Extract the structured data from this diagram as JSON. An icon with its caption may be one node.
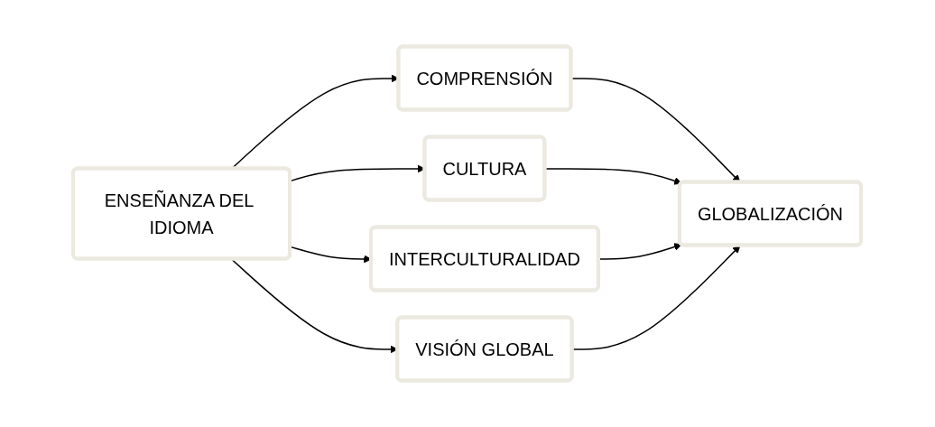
{
  "diagram": {
    "nodes": [
      {
        "text": [
          "ENSEÑANZA DEL IDIOMA"
        ]
      },
      {
        "text": [
          "COMPRENSIÓN"
        ]
      },
      {
        "text": [
          "CULTURA"
        ]
      },
      {
        "text": [
          "INTERCULTURALIDAD"
        ]
      },
      {
        "text": [
          "VISIÓN GLOBAL"
        ]
      },
      {
        "text": [
          "GLOBALIZACIÓN"
        ]
      }
    ],
    "edges": [
      {
        "from": 0,
        "to": 1,
        "arrow": "to"
      },
      {
        "from": 0,
        "to": 2,
        "arrow": "to"
      },
      {
        "from": 0,
        "to": 3,
        "arrow": "to"
      },
      {
        "from": 0,
        "to": 4,
        "arrow": "to"
      },
      {
        "from": 1,
        "to": 5,
        "arrow": "to"
      },
      {
        "from": 2,
        "to": 5,
        "arrow": "to"
      },
      {
        "from": 3,
        "to": 5,
        "arrow": "to"
      },
      {
        "from": 4,
        "to": 5,
        "arrow": "to"
      }
    ]
  }
}
